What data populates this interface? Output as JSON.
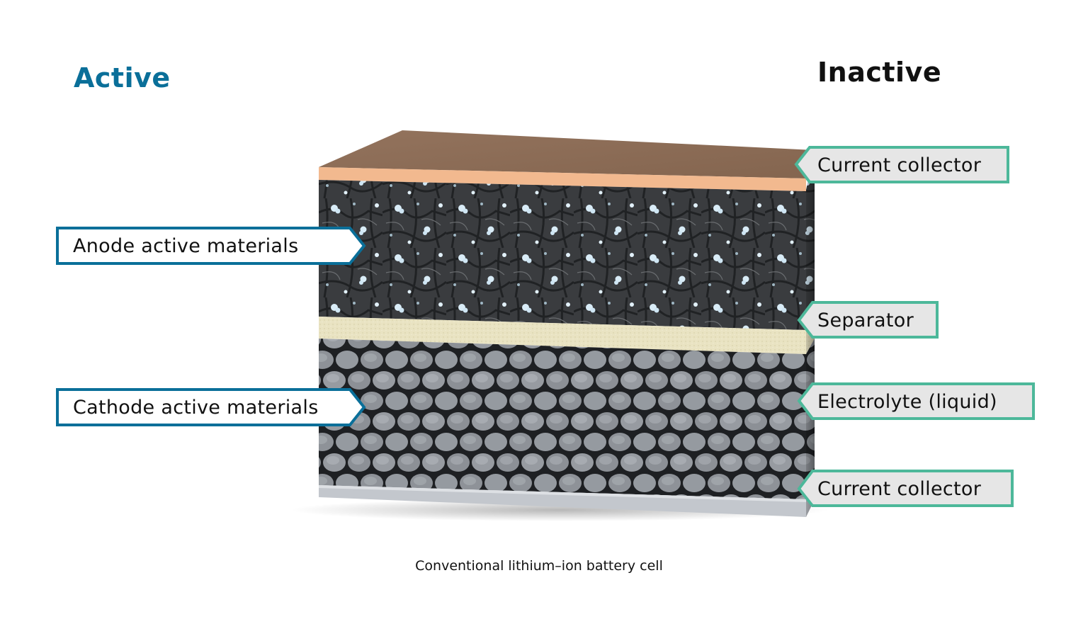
{
  "headings": {
    "active": "Active",
    "inactive": "Inactive"
  },
  "colors": {
    "active_accent": "#0a6f99",
    "inactive_accent": "#4db89a",
    "label_fill_inactive": "#e6e6e6",
    "label_fill_active": "#ffffff",
    "copper_top": "#8a6a55",
    "copper_edge": "#f2b98f",
    "separator": "#e9e3c2",
    "aluminum": "#c3c7cd"
  },
  "labels": {
    "active": [
      {
        "id": "anode",
        "text": "Anode active materials"
      },
      {
        "id": "cathode",
        "text": "Cathode active materials"
      }
    ],
    "inactive": [
      {
        "id": "current-collector-top",
        "text": "Current collector"
      },
      {
        "id": "separator",
        "text": "Separator"
      },
      {
        "id": "electrolyte",
        "text": "Electrolyte (liquid)"
      },
      {
        "id": "current-collector-bottom",
        "text": "Current collector"
      }
    ]
  },
  "caption": "Conventional lithium–ion battery cell"
}
